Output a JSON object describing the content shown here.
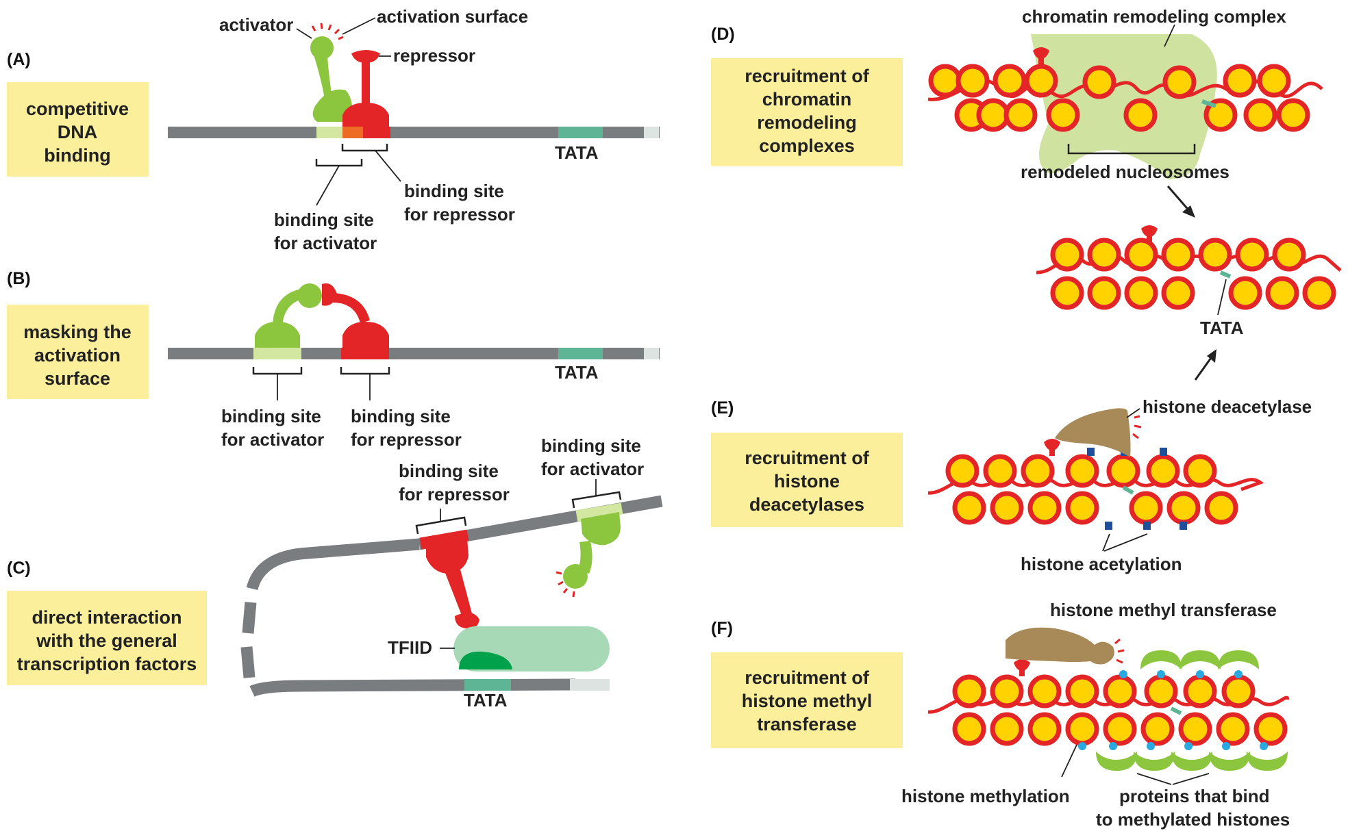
{
  "colors": {
    "dna_gray": "#7a7d80",
    "dna_light": "#dde3e0",
    "activator_green": "#8cc63f",
    "activator_site": "#d3e7a1",
    "repressor_red": "#e42527",
    "tata_teal": "#5db596",
    "tfiid_light": "#a8d9b7",
    "tfiid_dark": "#00a14b",
    "box_yellow": "#fcef9b",
    "nucleosome_fill": "#ffd200",
    "nucleosome_ring": "#e42527",
    "complex_green": "#cfe2a0",
    "enzyme_brown": "#a88a59",
    "acetyl_blue": "#1f4f9a",
    "methyl_cyan": "#29a9df"
  },
  "panels": {
    "A": {
      "tag": "(A)",
      "box_lines": [
        "competitive",
        "DNA",
        "binding"
      ],
      "activator": "activator",
      "activation_surface": "activation surface",
      "repressor": "repressor",
      "tata": "TATA",
      "site_activator": [
        "binding site",
        "for activator"
      ],
      "site_repressor": [
        "binding site",
        "for repressor"
      ]
    },
    "B": {
      "tag": "(B)",
      "box_lines": [
        "masking the",
        "activation",
        "surface"
      ],
      "tata": "TATA",
      "site_activator": [
        "binding site",
        "for activator"
      ],
      "site_repressor": [
        "binding site",
        "for repressor"
      ]
    },
    "C": {
      "tag": "(C)",
      "box_lines": [
        "direct interaction",
        "with the general",
        "transcription factors"
      ],
      "site_repressor": [
        "binding site",
        "for repressor"
      ],
      "site_activator": [
        "binding site",
        "for activator"
      ],
      "tfiid": "TFIID",
      "tata": "TATA"
    },
    "D": {
      "tag": "(D)",
      "box_lines": [
        "recruitment of",
        "chromatin",
        "remodeling",
        "complexes"
      ],
      "complex": "chromatin remodeling complex",
      "remodeled": "remodeled nucleosomes",
      "tata": "TATA"
    },
    "E": {
      "tag": "(E)",
      "box_lines": [
        "recruitment of",
        "histone",
        "deacetylases"
      ],
      "enzyme": "histone deacetylase",
      "mark": "histone acetylation"
    },
    "F": {
      "tag": "(F)",
      "box_lines": [
        "recruitment of",
        "histone methyl",
        "transferase"
      ],
      "enzyme": "histone methyl transferase",
      "mark": "histone methylation",
      "binders": [
        "proteins that bind",
        "to methylated histones"
      ]
    }
  }
}
